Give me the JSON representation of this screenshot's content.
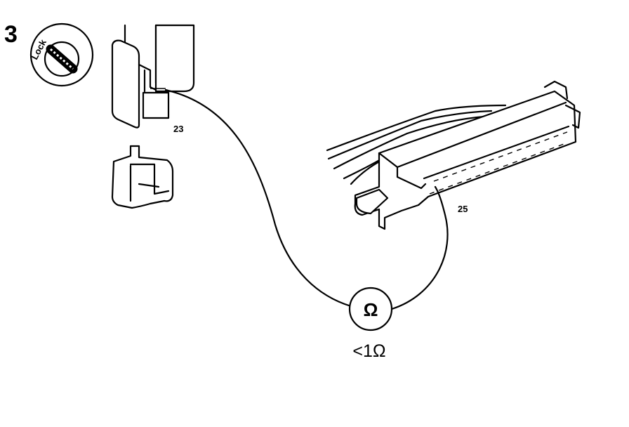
{
  "step_number": "3",
  "switch_label": "Lock",
  "part_labels": {
    "upper_connector": "23",
    "wiring_plug": "25"
  },
  "meter_symbol": "Ω",
  "required_reading": "<1Ω",
  "colors": {
    "ink": "#000000",
    "paper": "#ffffff"
  },
  "icons": [
    "ignition-switch-icon",
    "ohmmeter-icon"
  ]
}
